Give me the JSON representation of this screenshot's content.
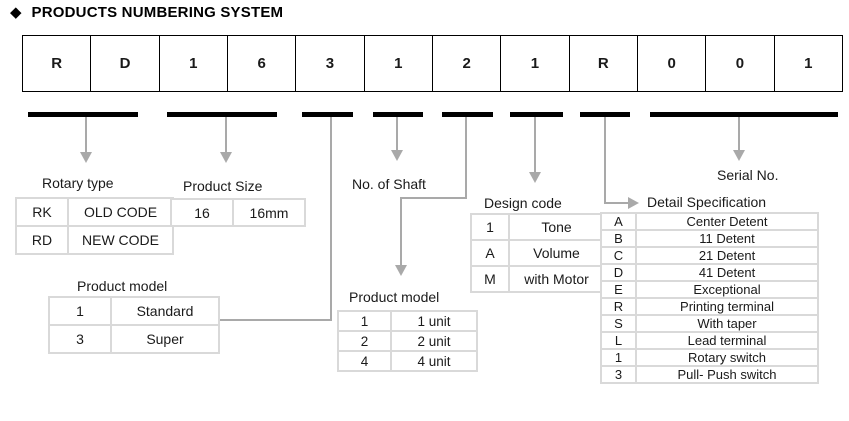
{
  "title": "PRODUCTS NUMBERING SYSTEM",
  "code_cells": [
    "R",
    "D",
    "1",
    "6",
    "3",
    "1",
    "2",
    "1",
    "R",
    "0",
    "0",
    "1"
  ],
  "sections": {
    "rotary_type": {
      "label": "Rotary type",
      "rows": [
        [
          "RK",
          "OLD CODE"
        ],
        [
          "RD",
          "NEW CODE"
        ]
      ]
    },
    "product_size": {
      "label": "Product Size",
      "rows": [
        [
          "16",
          "16mm"
        ]
      ]
    },
    "product_model_left": {
      "label": "Product model",
      "rows": [
        [
          "1",
          "Standard"
        ],
        [
          "3",
          "Super"
        ]
      ]
    },
    "no_of_shaft": {
      "label": "No. of Shaft"
    },
    "product_model_right": {
      "label": "Product model",
      "rows": [
        [
          "1",
          "1 unit"
        ],
        [
          "2",
          "2 unit"
        ],
        [
          "4",
          "4 unit"
        ]
      ]
    },
    "design_code": {
      "label": "Design code",
      "rows": [
        [
          "1",
          "Tone"
        ],
        [
          "A",
          "Volume"
        ],
        [
          "M",
          "with Motor"
        ]
      ]
    },
    "detail_specification": {
      "label": "Detail Specification",
      "rows": [
        [
          "A",
          "Center Detent"
        ],
        [
          "B",
          "11 Detent"
        ],
        [
          "C",
          "21 Detent"
        ],
        [
          "D",
          "41 Detent"
        ],
        [
          "E",
          "Exceptional"
        ],
        [
          "R",
          "Printing terminal"
        ],
        [
          "S",
          "With taper"
        ],
        [
          "L",
          "Lead terminal"
        ],
        [
          "1",
          "Rotary switch"
        ],
        [
          "3",
          "Pull- Push switch"
        ]
      ]
    },
    "serial_no": {
      "label": "Serial No."
    }
  },
  "icons": {
    "bullet": "diamond-icon"
  },
  "colors": {
    "bar": "#000000",
    "connector": "#a9a9a9",
    "table_border": "#d9d9d9",
    "text": "#1a1a1a"
  }
}
